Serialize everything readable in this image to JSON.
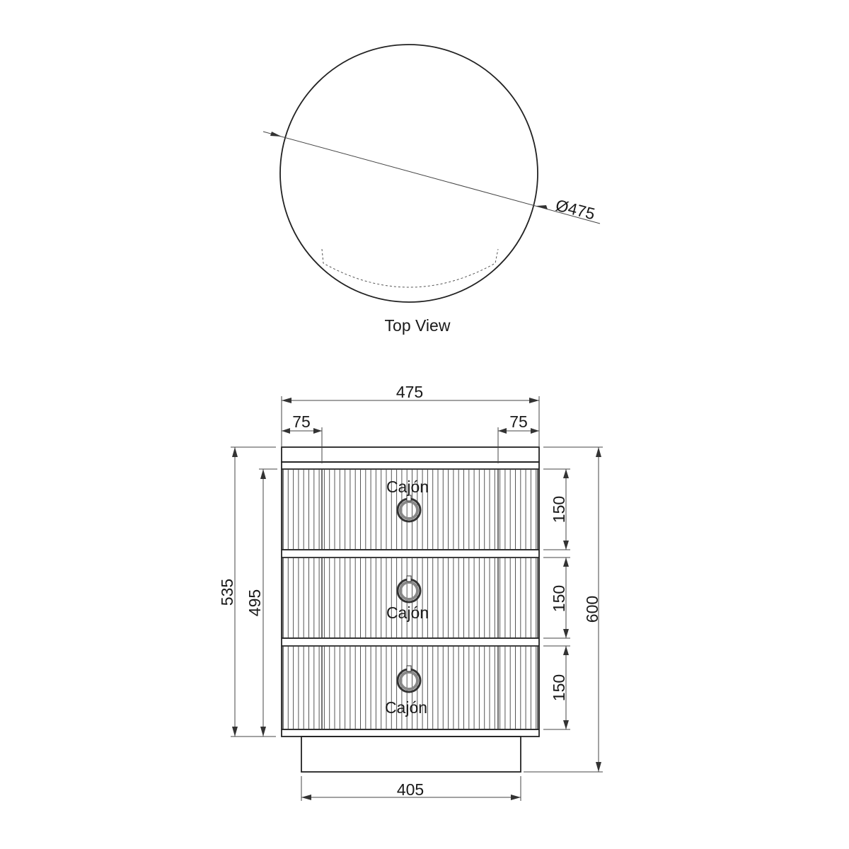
{
  "top_view": {
    "title": "Top View",
    "diameter_label": "Ø475"
  },
  "front_view": {
    "width_label": "475",
    "top_offset_left_label": "75",
    "top_offset_right_label": "75",
    "base_width_label": "405",
    "height_total_label": "600",
    "height_body_label": "535",
    "height_front_label": "495",
    "drawers": [
      {
        "label": "Cajón",
        "height_label": "150"
      },
      {
        "label": "Cajón",
        "height_label": "150"
      },
      {
        "label": "Cajón",
        "height_label": "150"
      }
    ]
  }
}
